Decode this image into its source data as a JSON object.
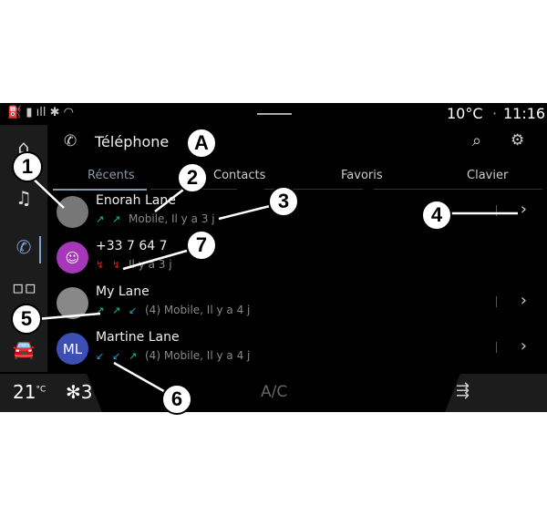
{
  "status": {
    "temperature": "10°C",
    "separator": "·",
    "time": "11:16"
  },
  "header": {
    "title": "Téléphone"
  },
  "tabs": [
    {
      "label": "Récents",
      "active": true
    },
    {
      "label": "Contacts"
    },
    {
      "label": "Favoris"
    },
    {
      "label": "Clavier"
    }
  ],
  "calls": [
    {
      "name": "Enorah Lane",
      "initials": "",
      "avatar_color": "#777",
      "meta": "Mobile, Il y a 3 j",
      "arrows": [
        "↗",
        "↗"
      ],
      "arrow_colors": [
        "#1fbf9f",
        "#1fbf9f"
      ]
    },
    {
      "name": "+33 7 64 7",
      "initials": "",
      "avatar_color": "#a637b8",
      "meta": "Il y a 3 j",
      "arrows": [
        "↯",
        "↯"
      ],
      "arrow_colors": [
        "#d02020",
        "#d02020"
      ]
    },
    {
      "name": "My Lane",
      "initials": "",
      "avatar_color": "#888",
      "meta": "(4)  Mobile, Il y a 4 j",
      "arrows": [
        "↗",
        "↗",
        "↙"
      ],
      "arrow_colors": [
        "#1fbf9f",
        "#1fbf9f",
        "#2aa0d8"
      ]
    },
    {
      "name": "Martine Lane",
      "initials": "ML",
      "avatar_color": "#3d4fb5",
      "meta": "(4)  Mobile, Il y a 4 j",
      "arrows": [
        "↙",
        "↙",
        "↗"
      ],
      "arrow_colors": [
        "#2aa0d8",
        "#2aa0d8",
        "#1fbf9f"
      ]
    }
  ],
  "climate": {
    "temp": "21",
    "unit": "°C",
    "fan": "3",
    "ac": "A/C"
  },
  "callouts": [
    "1",
    "2",
    "3",
    "4",
    "5",
    "6",
    "7",
    "A"
  ]
}
